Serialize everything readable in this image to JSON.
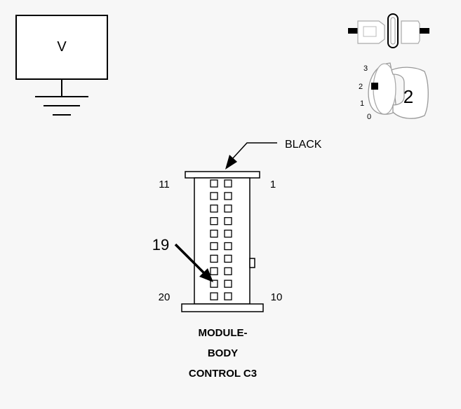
{
  "meter": {
    "label": "V",
    "icon": "voltmeter-icon"
  },
  "ignition": {
    "positions": [
      "3",
      "2",
      "1",
      "0"
    ],
    "key_position": "2",
    "icons": [
      "connector-disconnect-icon",
      "ignition-key-icon"
    ]
  },
  "connector": {
    "color_label": "BLACK",
    "pin_labels": {
      "top_left": "11",
      "top_right": "1",
      "bottom_left": "20",
      "bottom_right": "10"
    },
    "highlighted_pin": "19",
    "name_lines": [
      "MODULE-",
      "BODY",
      "CONTROL C3"
    ]
  }
}
